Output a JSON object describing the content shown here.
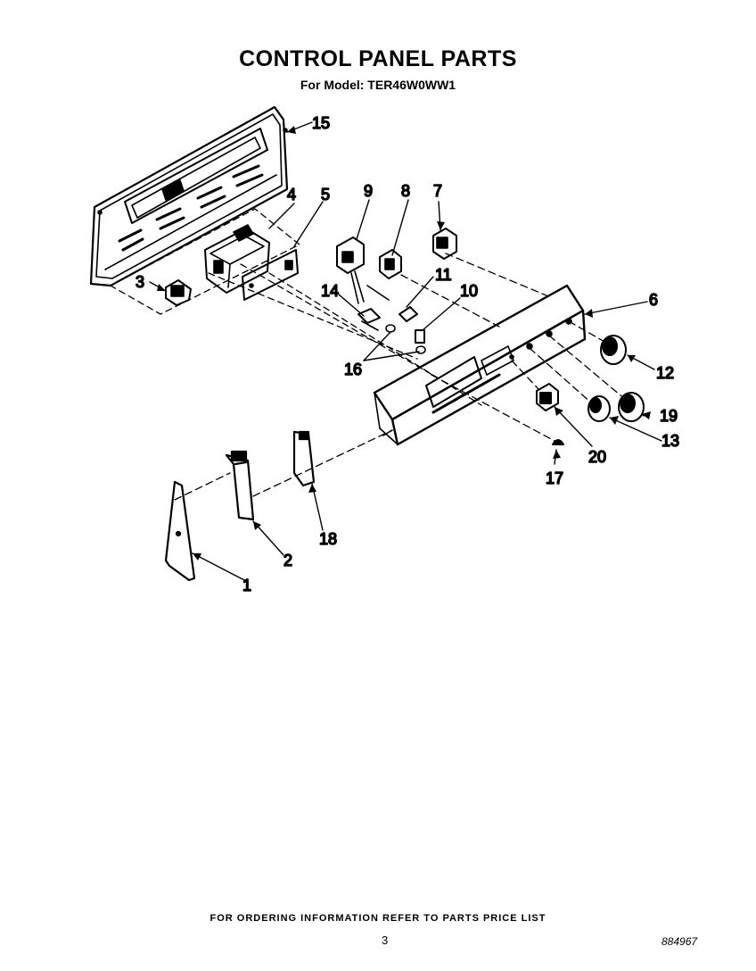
{
  "header": {
    "title": "CONTROL PANEL PARTS",
    "subtitle": "For Model: TER46W0WW1"
  },
  "callouts": {
    "c1": "1",
    "c2": "2",
    "c3": "3",
    "c4": "4",
    "c5": "5",
    "c6": "6",
    "c7": "7",
    "c8": "8",
    "c9": "9",
    "c10": "10",
    "c11": "11",
    "c12": "12",
    "c13": "13",
    "c14": "14",
    "c15": "15",
    "c16": "16",
    "c17": "17",
    "c18": "18",
    "c19": "19",
    "c20": "20"
  },
  "footer": {
    "ordering_note": "FOR ORDERING INFORMATION REFER TO PARTS PRICE LIST",
    "page_number": "3",
    "document_number": "884967"
  }
}
